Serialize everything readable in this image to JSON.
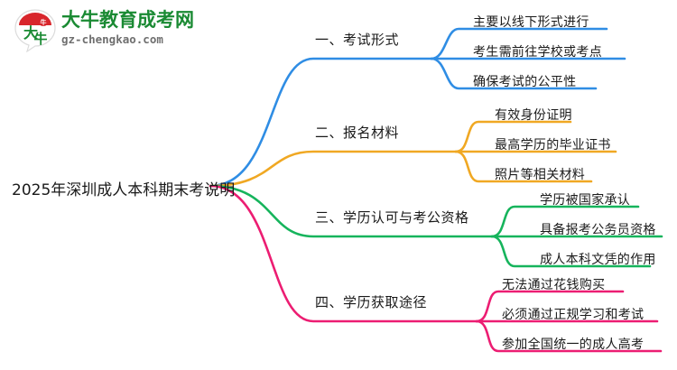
{
  "logo": {
    "mark_text": "大牛",
    "name_cn": "大牛教育成考网",
    "name_en": "gz-chengkao.com",
    "brand_green": "#1a8a33",
    "brand_red": "#d8262c"
  },
  "mindmap": {
    "root": {
      "title": "2025年深圳成人本科期末考说明"
    },
    "branches": [
      {
        "label": "一、考试形式",
        "color": "#2f8de4",
        "leaves": [
          "主要以线下形式进行",
          "考生需前往学校或考点",
          "确保考试的公平性"
        ]
      },
      {
        "label": "二、报名材料",
        "color": "#f0a823",
        "leaves": [
          "有效身份证明",
          "最高学历的毕业证书",
          "照片等相关材料"
        ]
      },
      {
        "label": "三、学历认可与考公资格",
        "color": "#16b45c",
        "leaves": [
          "学历被国家承认",
          "具备报考公务员资格",
          "成人本科文凭的作用"
        ]
      },
      {
        "label": "四、学历获取途径",
        "color": "#ec1d72",
        "leaves": [
          "无法通过花钱购买",
          "必须通过正规学习和考试",
          "参加全国统一的成人高考"
        ]
      }
    ]
  }
}
